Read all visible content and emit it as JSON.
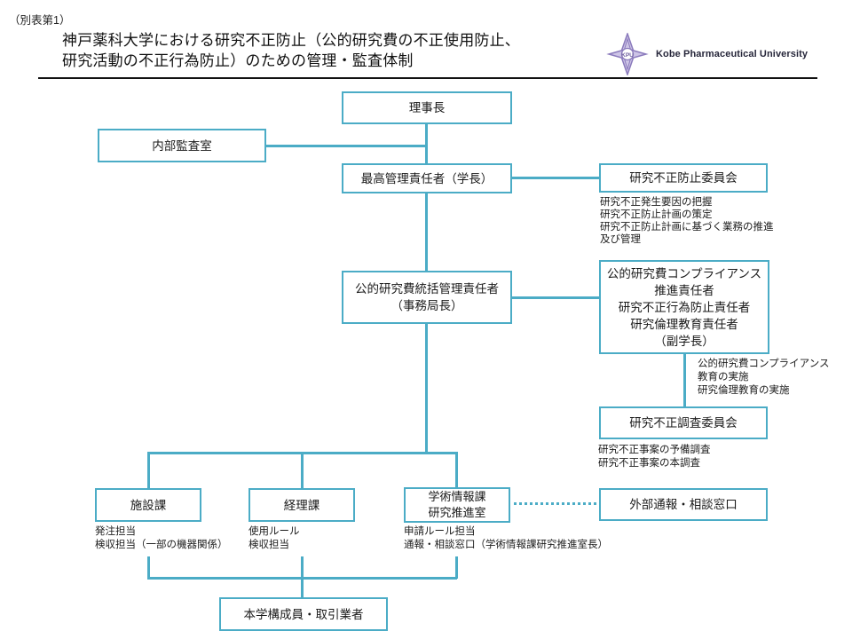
{
  "page": {
    "note": "（別表第1）",
    "title": "神戸薬科大学における研究不正防止（公的研究費の不正使用防止、\n研究活動の不正行為防止）のための管理・監査体制",
    "colors": {
      "accent": "#4BACC6",
      "logo_purple": "#8A7CC0",
      "text": "#1A1A1A"
    }
  },
  "logo": {
    "monogram": "KPU",
    "university_name": "Kobe Pharmaceutical University"
  },
  "nodes": {
    "chairman": "理事長",
    "audit_office": "内部監査室",
    "president": "最高管理責任者（学長）",
    "prevention_committee": "研究不正防止委員会",
    "fund_manager": "公的研究費統括管理責任者\n（事務局長）",
    "compliance_officer": "公的研究費コンプライアンス\n推進責任者\n研究不正行為防止責任者\n研究倫理教育責任者\n（副学長）",
    "investigation_committee": "研究不正調査委員会",
    "facilities_division": "施設課",
    "accounting_division": "経理課",
    "academic_info_division": "学術情報課\n研究推進室",
    "external_contact": "外部通報・相談窓口",
    "members": "本学構成員・取引業者"
  },
  "annotations": {
    "prevention_committee": "研究不正発生要因の把握\n研究不正防止計画の策定\n研究不正防止計画に基づく業務の推進\n及び管理",
    "education": "公的研究費コンプライアンス\n教育の実施\n研究倫理教育の実施",
    "investigation": "研究不正事案の予備調査\n研究不正事案の本調査",
    "facilities": "発注担当\n検収担当（一部の機器関係）",
    "accounting": "使用ルール\n検収担当",
    "academic_info": "申請ルール担当\n通報・相談窓口（学術情報課研究推進室長）"
  }
}
